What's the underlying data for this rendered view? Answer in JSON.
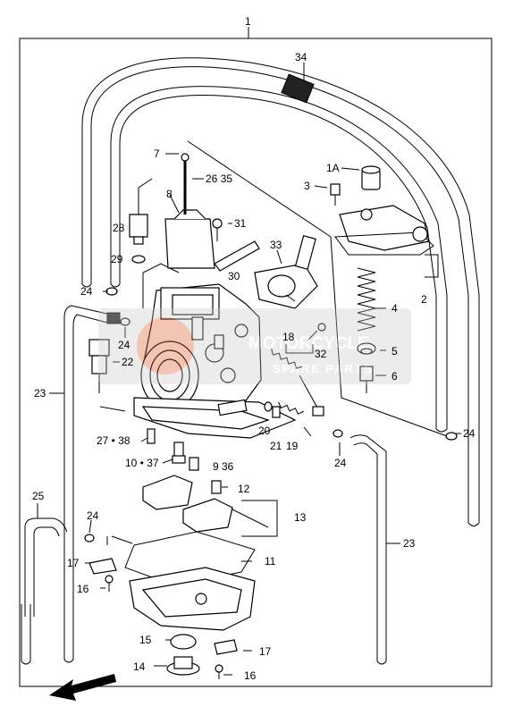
{
  "diagram": {
    "labels": {
      "l1": "1",
      "l1a": "1A",
      "l2": "2",
      "l3": "3",
      "l4": "4",
      "l5": "5",
      "l6": "6",
      "l7": "7",
      "l8": "8",
      "l9_36": "9  36",
      "l10_37": "10 • 37",
      "l11": "11",
      "l12": "12",
      "l13": "13",
      "l14": "14",
      "l15": "15",
      "l16a": "16",
      "l16b": "16",
      "l17a": "17",
      "l17b": "17",
      "l18": "18",
      "l19": "19",
      "l20": "20",
      "l21": "21",
      "l22": "22",
      "l23a": "23",
      "l23b": "23",
      "l24a": "24",
      "l24b": "24",
      "l24c": "24",
      "l24d": "24",
      "l24e": "24",
      "l25": "25",
      "l26_35": "26  35",
      "l27_38": "27 • 38",
      "l28": "28",
      "l29": "29",
      "l30": "30",
      "l31": "31",
      "l32": "32",
      "l33": "33",
      "l34": "34"
    },
    "watermark": {
      "line1": "MOTORCYCLE",
      "line2": "SPARE PARTS"
    }
  }
}
